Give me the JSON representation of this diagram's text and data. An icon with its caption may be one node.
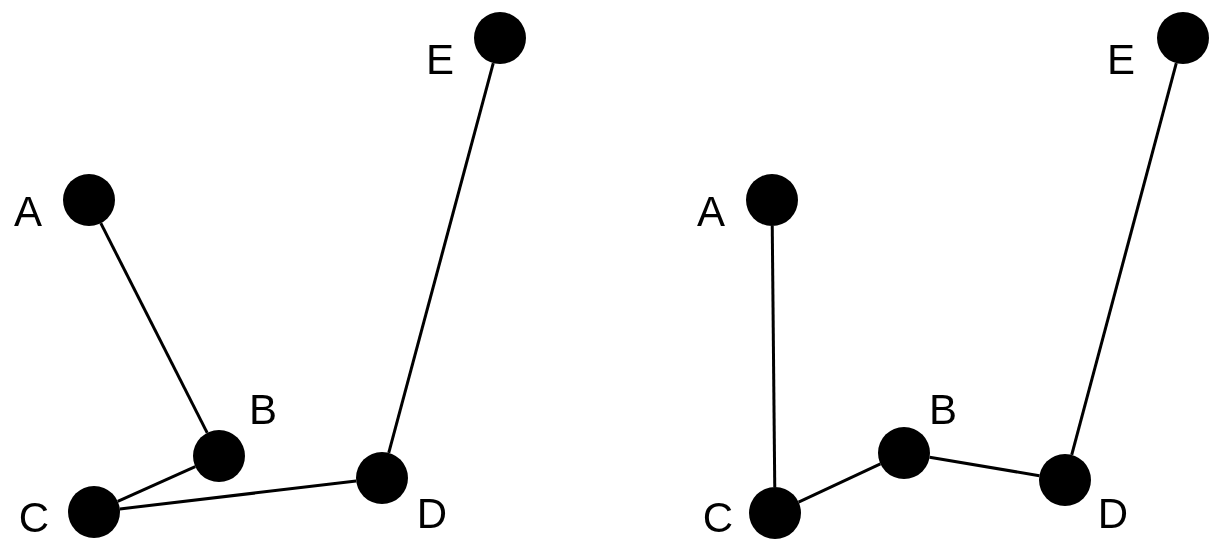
{
  "diagram": {
    "nodes": [
      {
        "text": [],
        "shape": "circle",
        "beside": [
          "A"
        ]
      },
      {
        "text": [],
        "shape": "circle",
        "beside": [
          "B"
        ]
      },
      {
        "text": [],
        "shape": "circle",
        "beside": [
          "C"
        ]
      },
      {
        "text": [],
        "shape": "circle",
        "beside": [
          "D"
        ]
      },
      {
        "text": [],
        "shape": "circle",
        "beside": [
          "E"
        ]
      },
      {
        "text": [],
        "shape": "circle",
        "beside": [
          "A"
        ]
      },
      {
        "text": [],
        "shape": "circle",
        "beside": [
          "B"
        ]
      },
      {
        "text": [],
        "shape": "circle",
        "beside": [
          "C"
        ]
      },
      {
        "text": [],
        "shape": "circle",
        "beside": [
          "D"
        ]
      },
      {
        "text": [],
        "shape": "circle",
        "beside": [
          "E"
        ]
      }
    ],
    "edges": [
      {
        "from": 0,
        "to": 1,
        "arrow": "none"
      },
      {
        "from": 1,
        "to": 2,
        "arrow": "none"
      },
      {
        "from": 2,
        "to": 3,
        "arrow": "none"
      },
      {
        "from": 3,
        "to": 4,
        "arrow": "none"
      },
      {
        "from": 5,
        "to": 7,
        "arrow": "none"
      },
      {
        "from": 7,
        "to": 6,
        "arrow": "none"
      },
      {
        "from": 6,
        "to": 8,
        "arrow": "none"
      },
      {
        "from": 8,
        "to": 9,
        "arrow": "none"
      }
    ]
  }
}
